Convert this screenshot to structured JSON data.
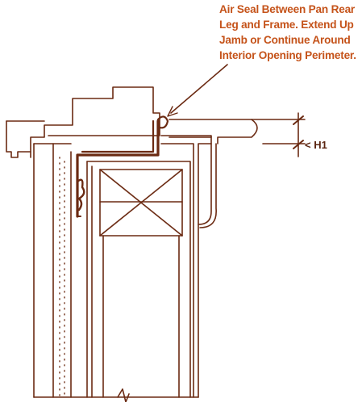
{
  "callout": {
    "lines": [
      "Air Seal Between Pan Rear",
      "Leg and Frame. Extend Up",
      "Jamb or Continue Around",
      "Interior Opening Perimeter."
    ]
  },
  "dimension": {
    "label": "< H1"
  },
  "colors": {
    "ink": "#6b2a12",
    "callout_text": "#c5531a",
    "background": "#ffffff"
  }
}
